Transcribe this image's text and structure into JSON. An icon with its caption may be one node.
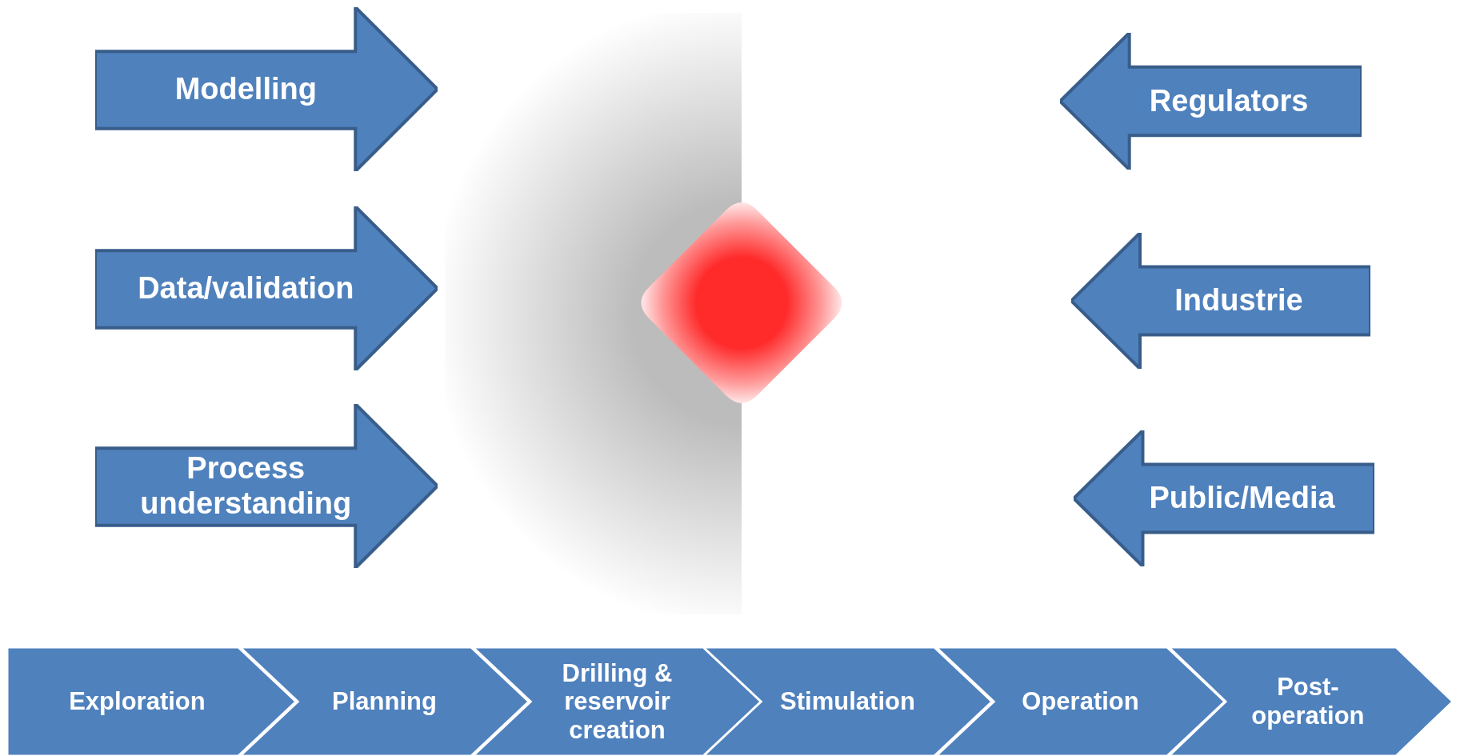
{
  "diagram": {
    "nodes": [
      {
        "text": [
          "Modelling"
        ]
      },
      {
        "text": [
          "Data/validation"
        ]
      },
      {
        "text": [
          "Process understanding"
        ]
      },
      {
        "text": [],
        "shape": "box"
      },
      {
        "text": [],
        "shape": "diamond"
      },
      {
        "text": [
          "Regulators"
        ]
      },
      {
        "text": [
          "Industrie"
        ]
      },
      {
        "text": [
          "Public/Media"
        ]
      },
      {
        "text": [
          "Exploration"
        ]
      },
      {
        "text": [
          "Planning"
        ]
      },
      {
        "text": [
          "Drilling & reservoir creation"
        ]
      },
      {
        "text": [
          "Stimulation"
        ]
      },
      {
        "text": [
          "Operation"
        ]
      },
      {
        "text": [
          "Post-operation"
        ]
      }
    ]
  }
}
